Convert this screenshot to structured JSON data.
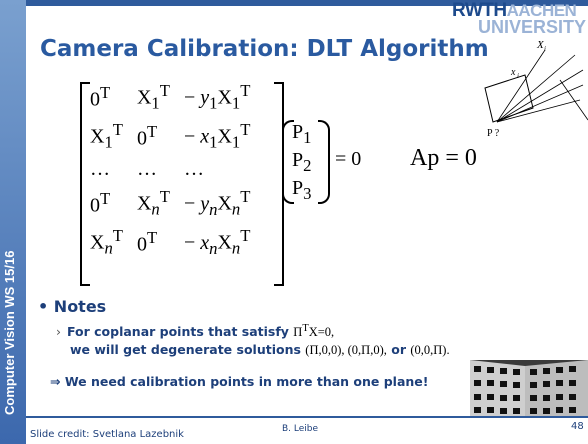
{
  "sidebar": {
    "label": "Computer Vision WS 15/16"
  },
  "logo": {
    "line1": "RWTH",
    "line1b": "AACHEN",
    "line2": "UNIVERSITY"
  },
  "title": "Camera Calibration: DLT Algorithm",
  "matrix": {
    "rows": [
      [
        "0^T",
        "X_1^T",
        "− y_1 X_1^T"
      ],
      [
        "X_1^T",
        "0^T",
        "− x_1 X_1^T"
      ],
      [
        "…",
        "…",
        "…"
      ],
      [
        "0^T",
        "X_n^T",
        "− y_n X_n^T"
      ],
      [
        "X_n^T",
        "0^T",
        "− x_n X_n^T"
      ]
    ],
    "vector": [
      "P_1",
      "P_2",
      "P_3"
    ],
    "equals": "= 0"
  },
  "compact_eq": "Ap = 0",
  "diagram": {
    "point_label": "X_i",
    "image_label": "x_i",
    "center_label": "P ?"
  },
  "notes": {
    "heading": "Notes",
    "line1_text": "For coplanar points that satisfy ",
    "line1_math": "Π^T X=0,",
    "line2_text": "we will get degenerate solutions ",
    "line2_sol1": "(Π,0,0), (0,Π,0),",
    "line2_or": " or ",
    "line2_sol2": "(0,0,Π).",
    "conclusion": "⇒ We need calibration points in more than one plane!"
  },
  "footer": {
    "credit": "Slide credit: Svetlana Lazebnik",
    "author": "B. Leibe",
    "page": "48"
  }
}
